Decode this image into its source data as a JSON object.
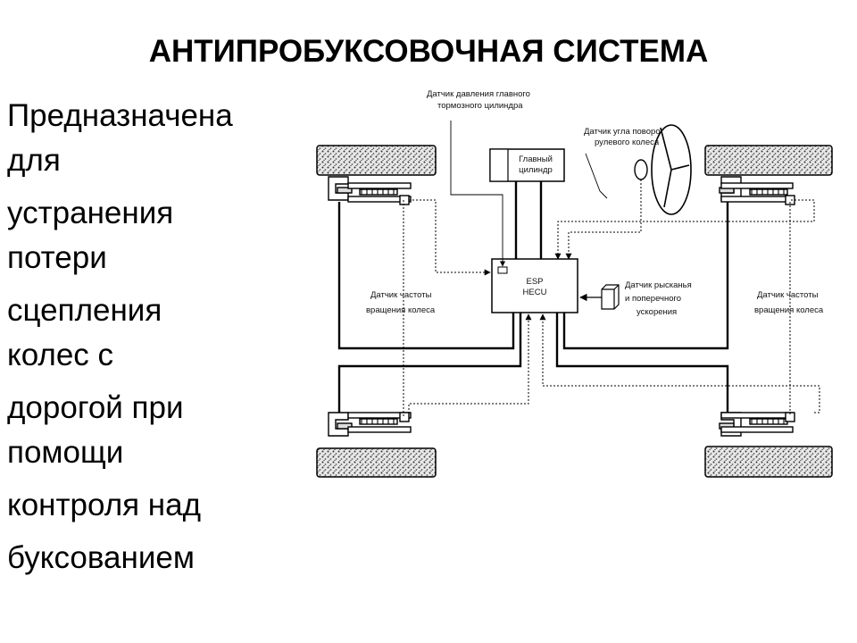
{
  "title": "АНТИПРОБУКСОВОЧНАЯ СИСТЕМА",
  "body_text": [
    [
      "Предназначена",
      "для"
    ],
    [
      "устранения",
      "потери"
    ],
    [
      "сцепления",
      "колес с"
    ],
    [
      "дорогой при",
      "помощи"
    ],
    [
      "контроля над"
    ],
    [
      "буксованием"
    ]
  ],
  "diagram": {
    "master_cyl_pressure_sensor": [
      "Датчик давления главного",
      "тормозного цилиндра"
    ],
    "master_cylinder": [
      "Главный",
      "цилиндр"
    ],
    "steering_angle_sensor": [
      "Датчик угла поворот",
      "рулевого колеса"
    ],
    "ecu": [
      "ESP",
      "HECU"
    ],
    "yaw_sensor": [
      "Датчик рысканья",
      "и поперечного",
      "ускорения"
    ],
    "wheel_speed_sensor_left": [
      "Датчик частоты",
      "вращения колеса"
    ],
    "wheel_speed_sensor_right": [
      "Датчик частоты",
      "вращения колеса"
    ]
  }
}
